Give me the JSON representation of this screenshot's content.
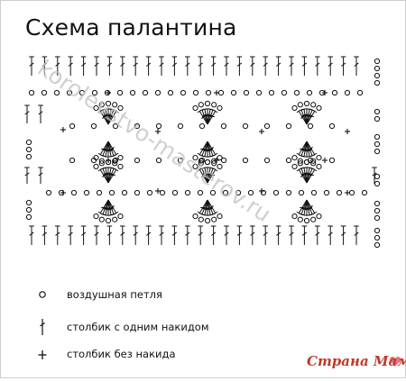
{
  "title": "Схема палантина",
  "legend": [
    {
      "symbol": "chain-circle",
      "label": "воздушная петля"
    },
    {
      "symbol": "double-crochet-cross",
      "label": "столбик с одним накидом"
    },
    {
      "symbol": "single-crochet-plus",
      "label": "столбик без накида"
    }
  ],
  "watermark": "korolevstvo-masterov.ru",
  "logo": "Страна Мам",
  "colors": {
    "ink": "#111111",
    "watermark": "#c8c8c8",
    "logo": "#c0392b"
  }
}
